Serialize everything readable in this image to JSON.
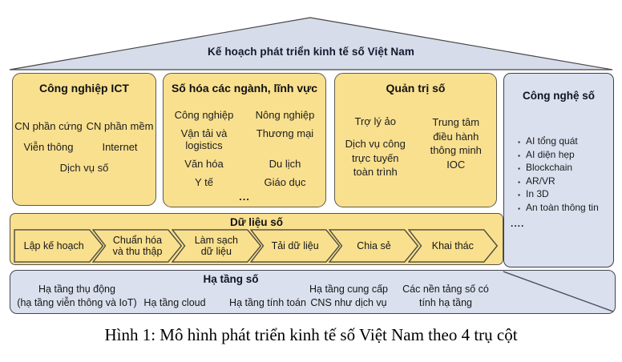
{
  "roof": {
    "title": "Kế hoạch phát triển kinh tế số Việt Nam"
  },
  "pillars": [
    {
      "title": "Công nghiệp ICT",
      "items": [
        "CN phần cứng",
        "CN phần mềm",
        "Viễn thông",
        "Internet",
        "Dịch vụ số"
      ]
    },
    {
      "title": "Số hóa các ngành, lĩnh vực",
      "items": [
        "Công nghiệp",
        "Nông nghiệp",
        "Vận tải và logistics",
        "Thương mại",
        "Văn hóa",
        "Du lịch",
        "Y tế",
        "Giáo dục"
      ],
      "ellipsis": "..."
    },
    {
      "title": "Quản trị số",
      "items": [
        "Trợ lý ảo",
        "Dịch vụ công\ntrực tuyến\ntoàn trình",
        "Trung tâm\nđiều hành\nthông minh\nIOC"
      ]
    }
  ],
  "technology": {
    "title": "Công nghệ số",
    "bullet": "▪",
    "items": [
      "AI tổng quát",
      "AI diện hẹp",
      "Blockchain",
      "AR/VR",
      "In 3D",
      "An toàn thông tin"
    ],
    "ellipsis": "...."
  },
  "data_band": {
    "title": "Dữ liệu số",
    "steps": [
      "Lập kế hoạch",
      "Chuẩn hóa\nvà thu thập",
      "Làm sạch\ndữ liệu",
      "Tải dữ liệu",
      "Chia sẻ",
      "Khai thác"
    ]
  },
  "infrastructure": {
    "title": "Hạ tầng số",
    "items": [
      "Hạ tầng thụ động\n(hạ tầng viễn thông và IoT)",
      "Hạ tầng cloud",
      "Hạ tầng tính toán",
      "Hạ tầng cung cấp\nCNS như dịch vụ",
      "Các nền tảng số có\ntính hạ tầng"
    ]
  },
  "caption": "Hình 1: Mô hình phát triển kinh tế số Việt Nam theo 4 trụ cột",
  "colors": {
    "pillar_fill": "#f9e08f",
    "panel_fill": "#dae0ee",
    "outline": "#4b4a3e",
    "title_text": "#141a2e"
  }
}
